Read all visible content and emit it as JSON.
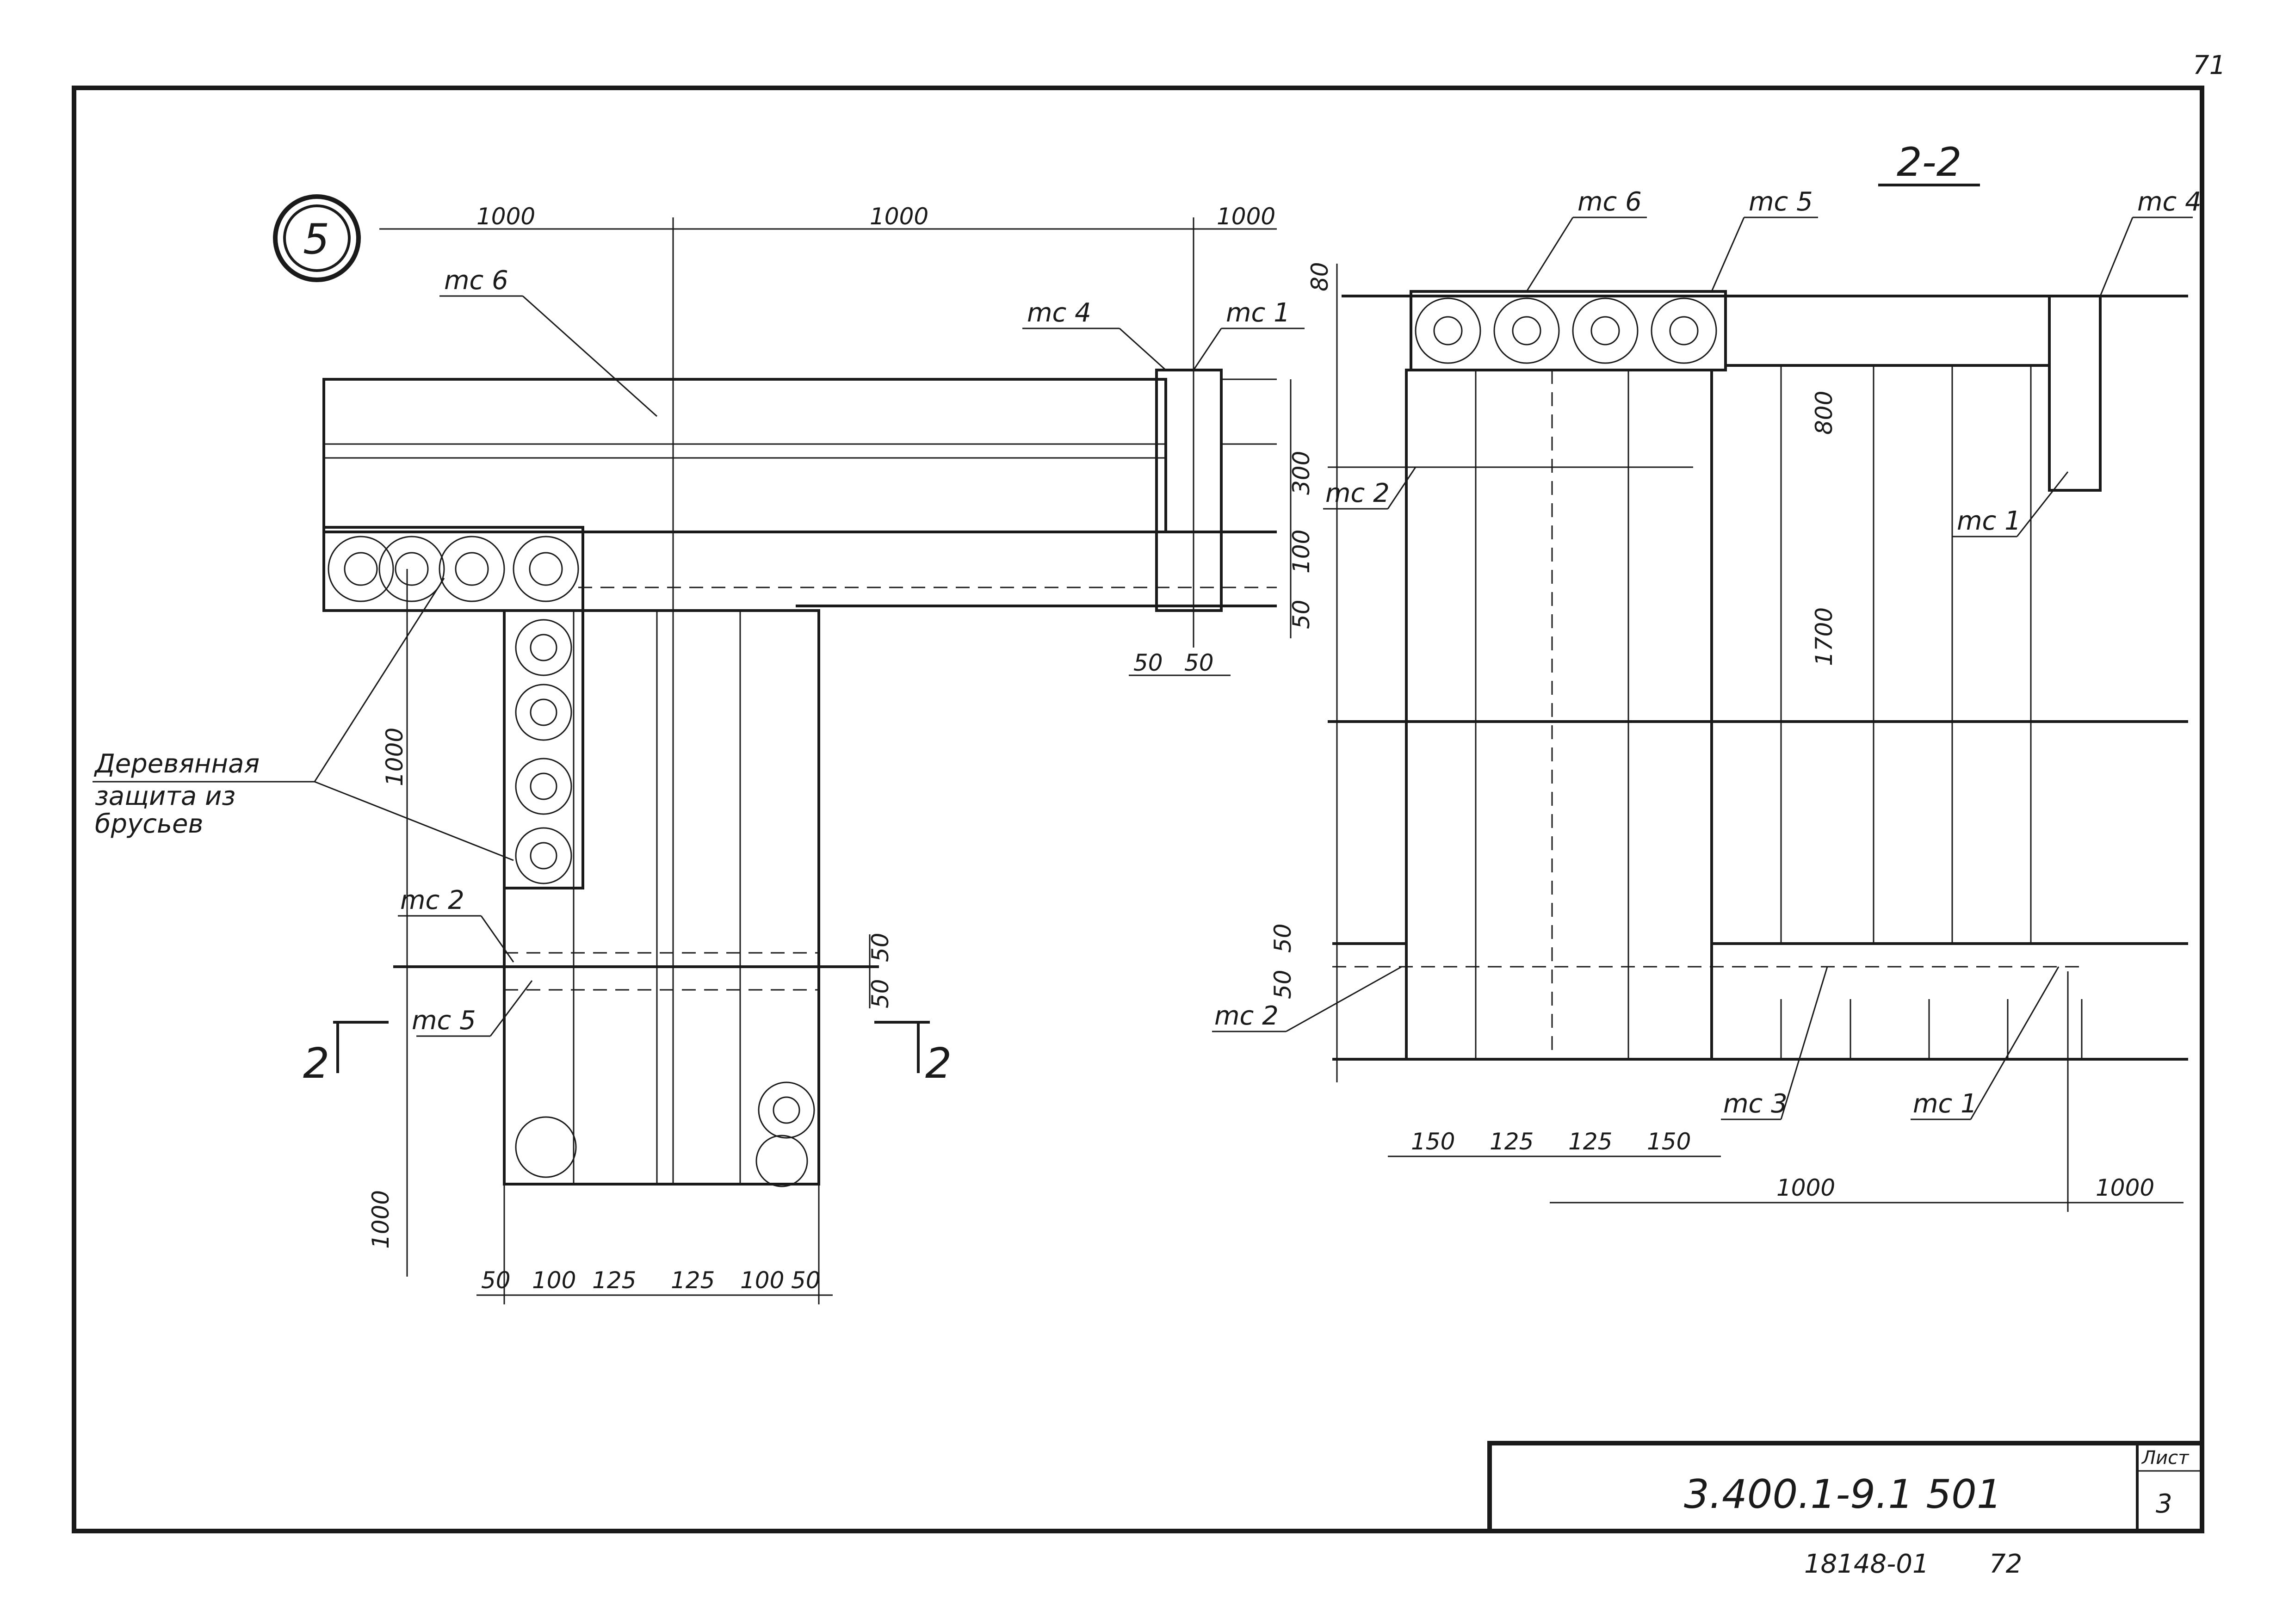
{
  "page_corner_number": "71",
  "node_marker": "5",
  "section_title": "2-2",
  "section_cut_label": "2",
  "labels": {
    "mc1": "mc 1",
    "mc2": "mc 2",
    "mc3": "mc 3",
    "mc4": "mc 4",
    "mc5": "mc 5",
    "mc6": "mc 6"
  },
  "note_lines": [
    "Деревянная",
    "защита из",
    "брусьев"
  ],
  "plan_dims": {
    "top": [
      "1000",
      "1000",
      "1000"
    ],
    "bottom": [
      "50",
      "100",
      "125",
      "125",
      "100",
      "50"
    ],
    "left": [
      "1000",
      "1000"
    ],
    "right": [
      "300",
      "100",
      "50"
    ],
    "mid": [
      "50",
      "50"
    ],
    "small": [
      "50",
      "50"
    ]
  },
  "section_dims": {
    "left_top": "80",
    "left_bottom": [
      "50",
      "50"
    ],
    "bottom": [
      "150",
      "125",
      "125",
      "150"
    ],
    "span": [
      "1000",
      "1000"
    ],
    "inner": [
      "800",
      "1700"
    ]
  },
  "stamp": {
    "code": "3.400.1-9.1 501",
    "sheet_label": "Лист",
    "sheet_number": "3"
  },
  "archive_number": "18148-01",
  "archive_page": "72"
}
